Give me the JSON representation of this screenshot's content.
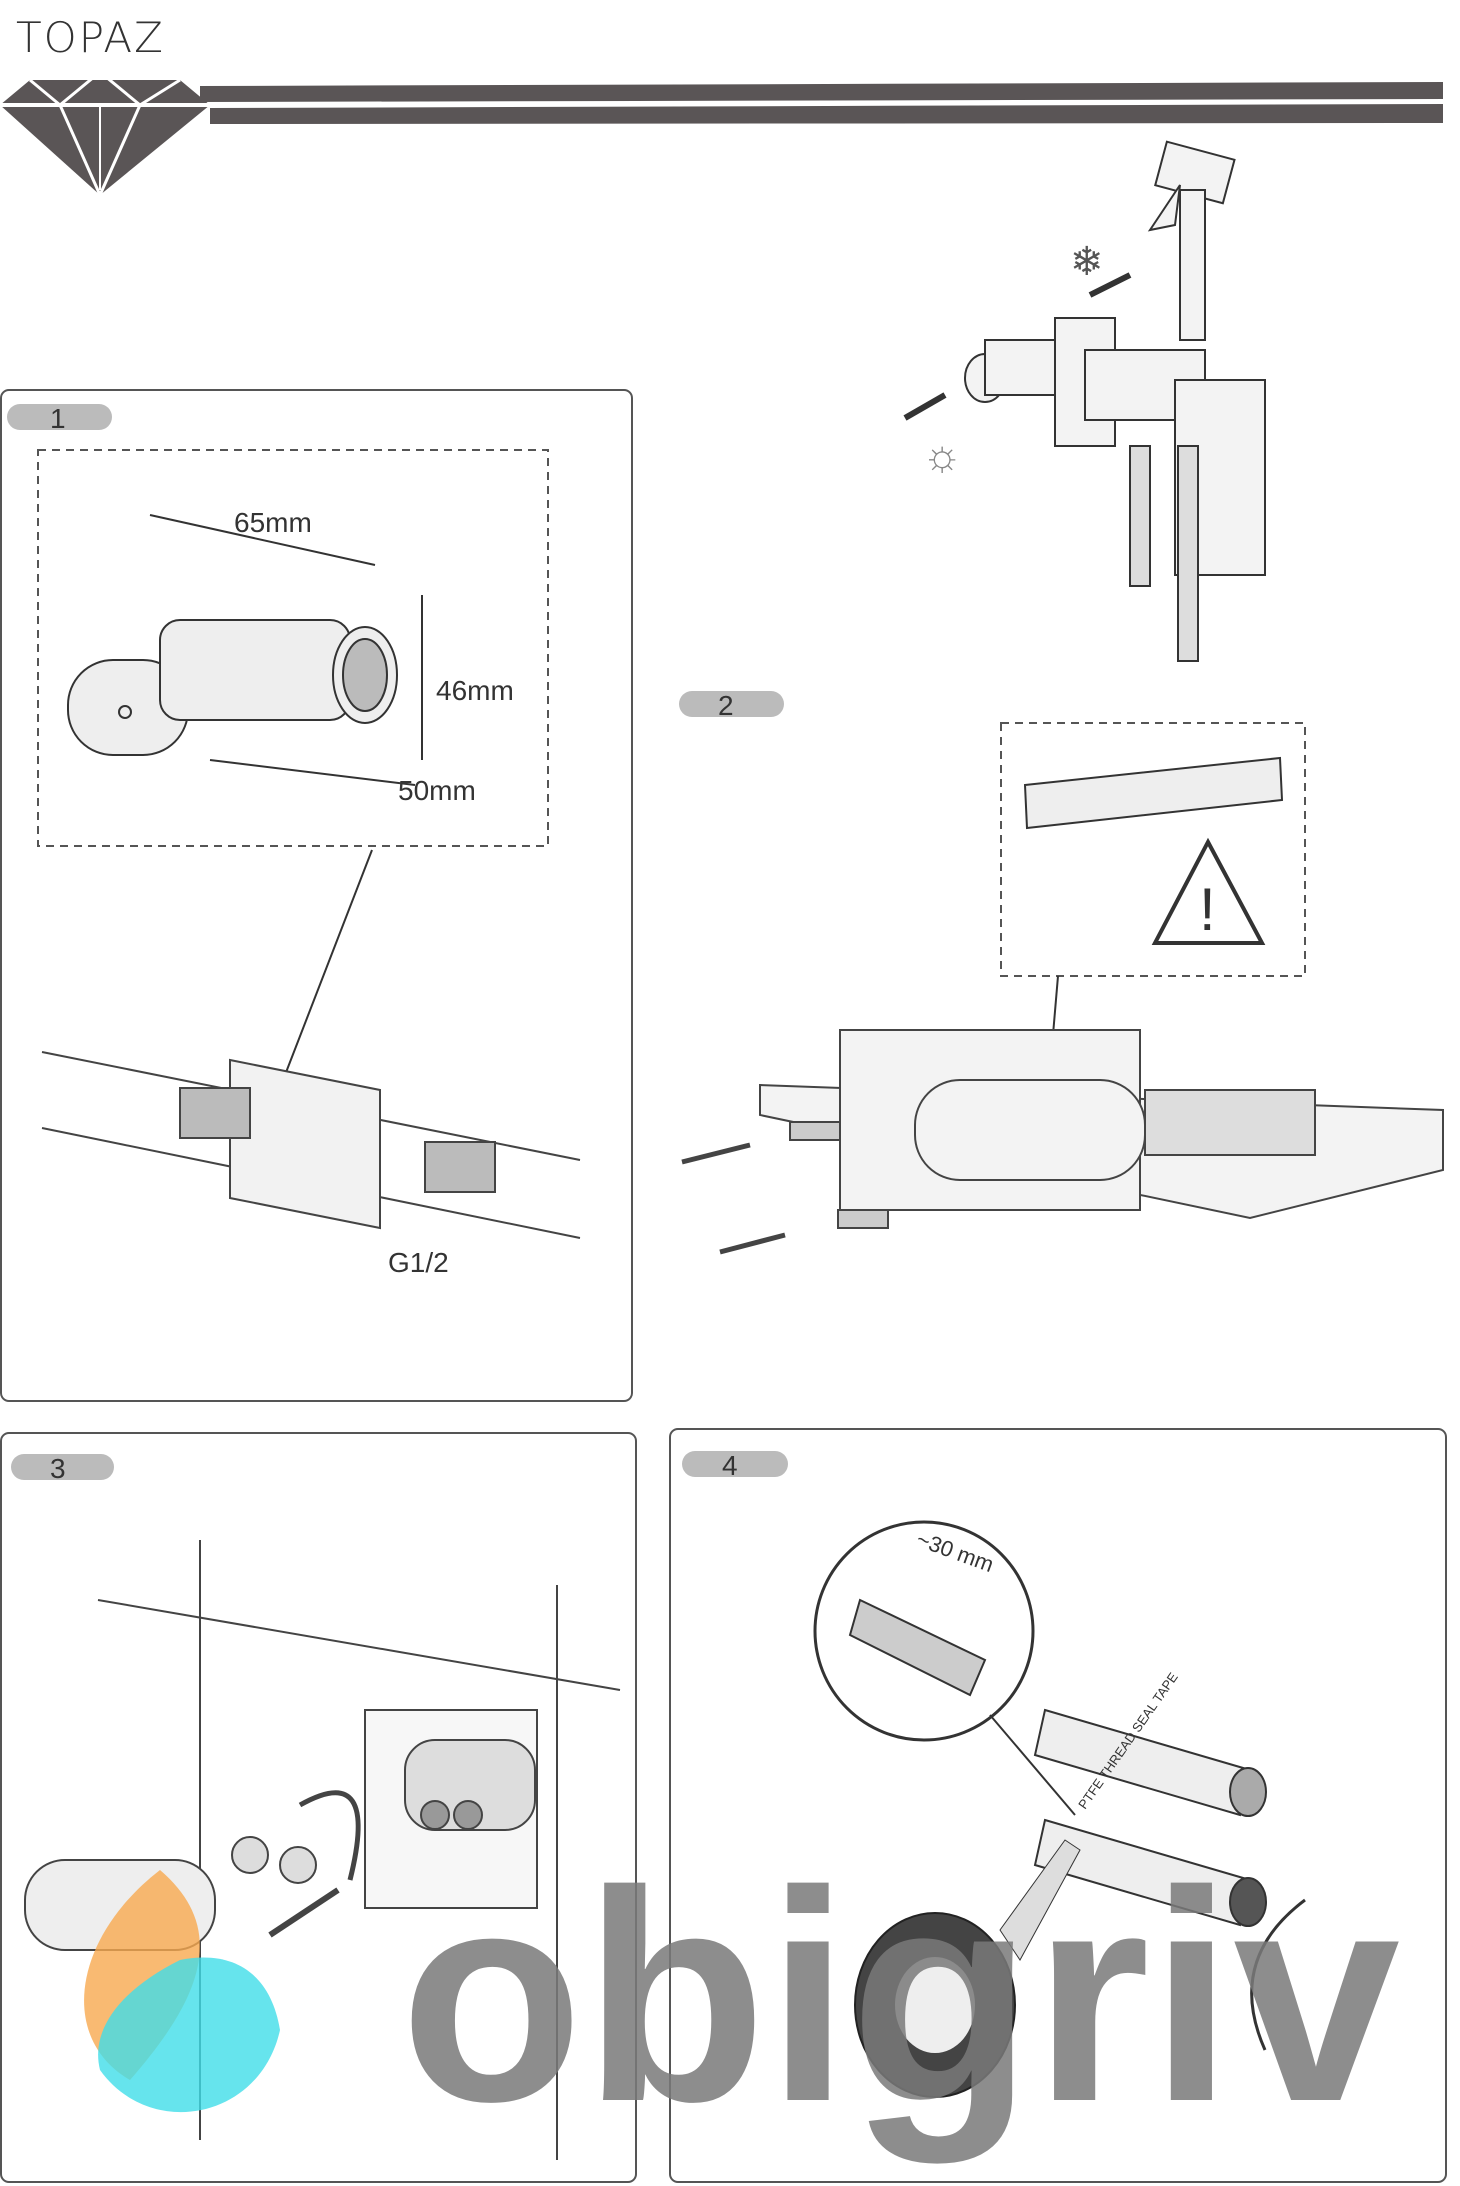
{
  "header": {
    "brand": "TOPAZ",
    "brand_color": "#5a5556"
  },
  "steps": [
    {
      "number": "1",
      "labels": {
        "width": "65mm",
        "height": "46mm",
        "depth": "50mm",
        "thread": "G1/2"
      }
    },
    {
      "number": "2"
    },
    {
      "number": "3"
    },
    {
      "number": "4",
      "labels": {
        "length": "~30 mm",
        "tape": "PTFE THREAD SEAL TAPE"
      }
    }
  ],
  "watermark": {
    "text": "obigriv"
  }
}
